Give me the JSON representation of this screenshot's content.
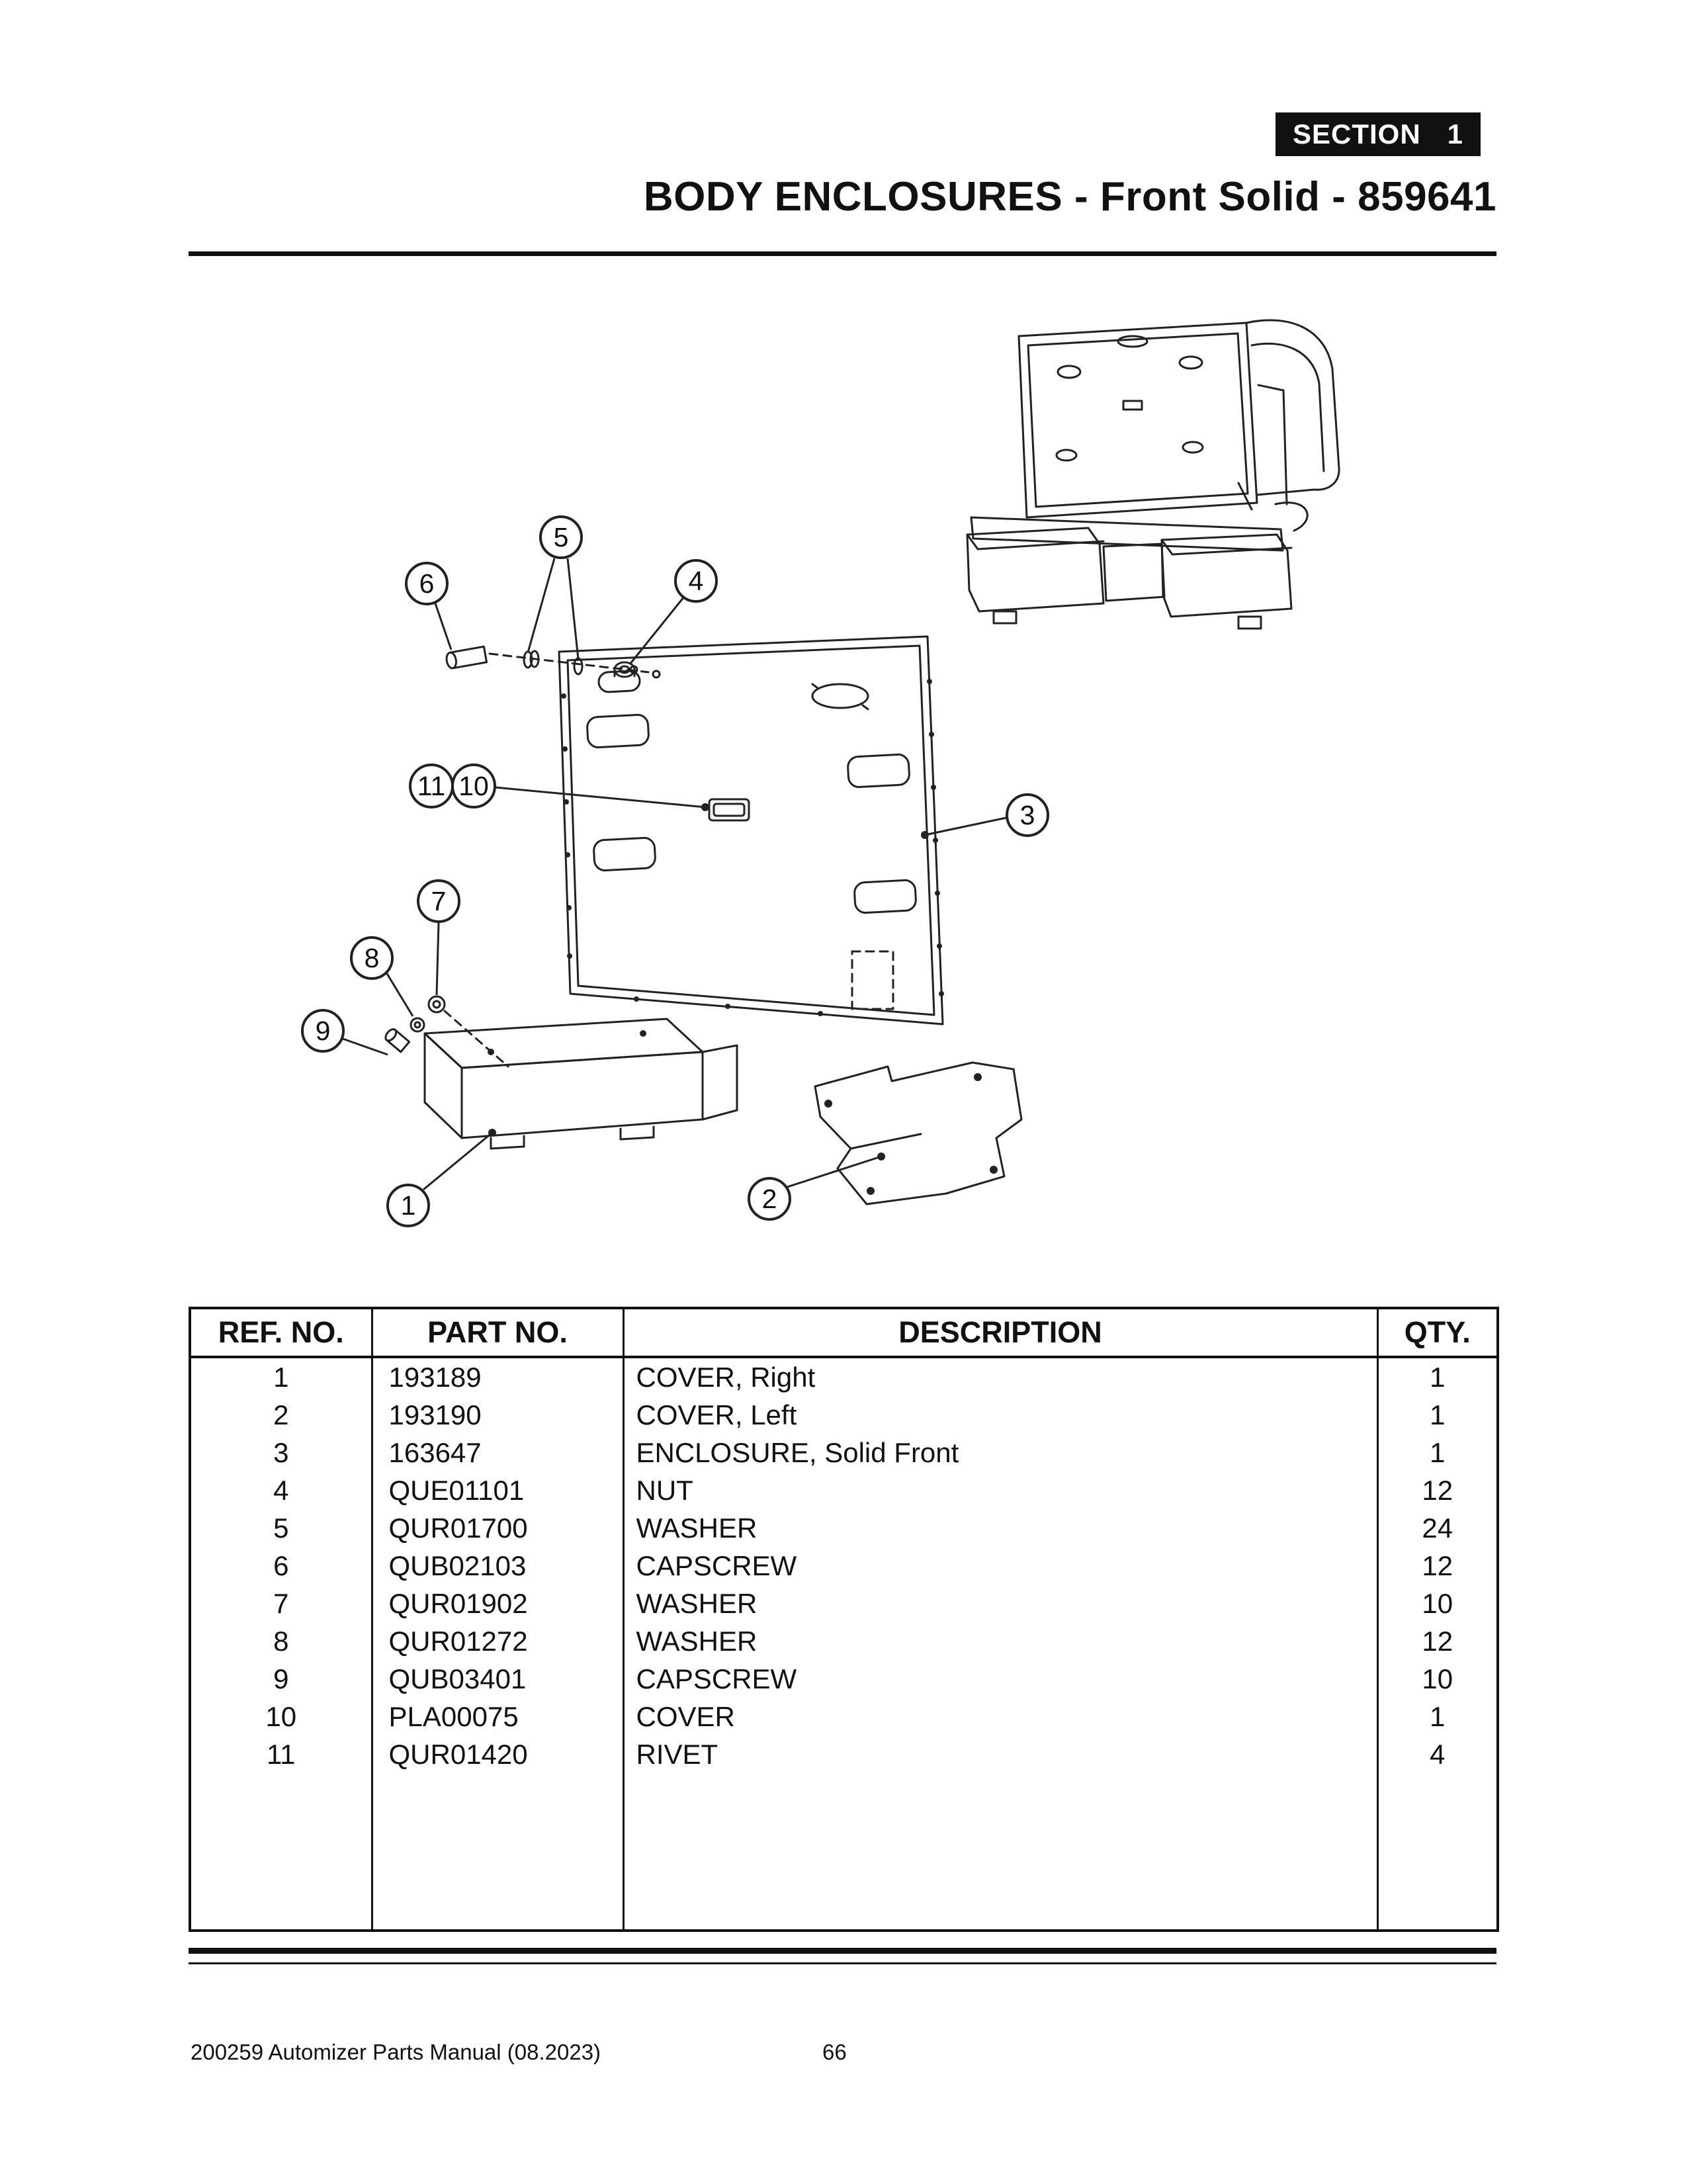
{
  "page": {
    "section_label": "SECTION",
    "section_number": "1",
    "title": "BODY ENCLOSURES - Front Solid - 859641",
    "footer_left": "200259 Automizer Parts Manual (08.2023)",
    "footer_page": "66"
  },
  "parts_table": {
    "headers": [
      "REF. NO.",
      "PART NO.",
      "DESCRIPTION",
      "QTY."
    ],
    "rows": [
      {
        "ref": "1",
        "part": "193189",
        "desc": "COVER, Right",
        "qty": "1"
      },
      {
        "ref": "2",
        "part": "193190",
        "desc": "COVER, Left",
        "qty": "1"
      },
      {
        "ref": "3",
        "part": "163647",
        "desc": "ENCLOSURE, Solid Front",
        "qty": "1"
      },
      {
        "ref": "4",
        "part": "QUE01101",
        "desc": "NUT",
        "qty": "12"
      },
      {
        "ref": "5",
        "part": "QUR01700",
        "desc": "WASHER",
        "qty": "24"
      },
      {
        "ref": "6",
        "part": "QUB02103",
        "desc": "CAPSCREW",
        "qty": "12"
      },
      {
        "ref": "7",
        "part": "QUR01902",
        "desc": "WASHER",
        "qty": "10"
      },
      {
        "ref": "8",
        "part": "QUR01272",
        "desc": "WASHER",
        "qty": "12"
      },
      {
        "ref": "9",
        "part": "QUB03401",
        "desc": "CAPSCREW",
        "qty": "10"
      },
      {
        "ref": "10",
        "part": "PLA00075",
        "desc": "COVER",
        "qty": "1"
      },
      {
        "ref": "11",
        "part": "QUR01420",
        "desc": "RIVET",
        "qty": "4"
      }
    ]
  },
  "diagram": {
    "callouts": {
      "n1": "1",
      "n2": "2",
      "n3": "3",
      "n4": "4",
      "n5": "5",
      "n6": "6",
      "n7": "7",
      "n8": "8",
      "n9": "9",
      "n10": "10",
      "n11": "11"
    }
  }
}
